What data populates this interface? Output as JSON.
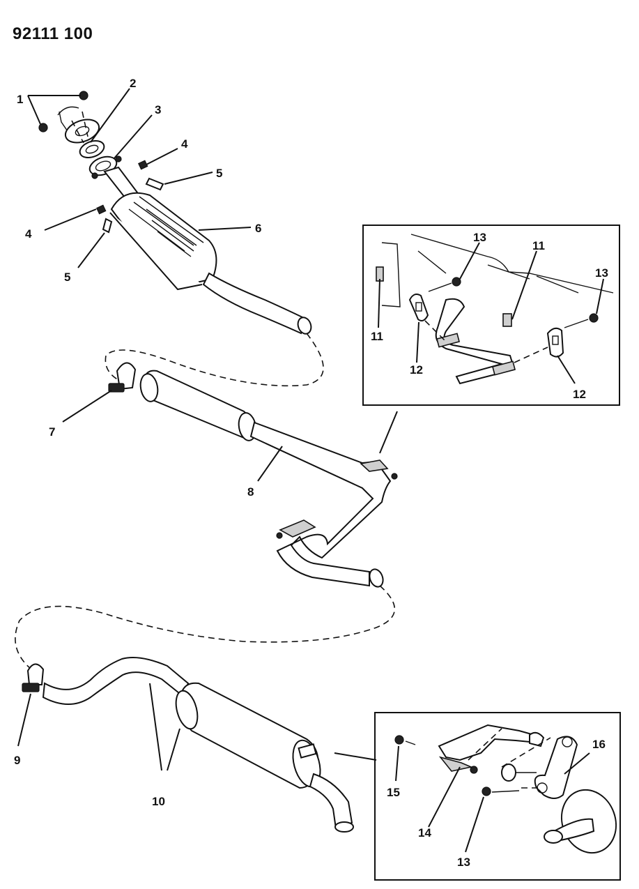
{
  "drawing_number": "92111 100",
  "callouts": {
    "c1": "1",
    "c2": "2",
    "c3": "3",
    "c4a": "4",
    "c4b": "4",
    "c5a": "5",
    "c5b": "5",
    "c6": "6",
    "c7": "7",
    "c8": "8",
    "c9": "9",
    "c10": "10",
    "c11a": "11",
    "c11b": "11",
    "c12a": "12",
    "c12b": "12",
    "c13a": "13",
    "c13b": "13",
    "c13c": "13",
    "c14": "14",
    "c15": "15",
    "c16": "16"
  }
}
